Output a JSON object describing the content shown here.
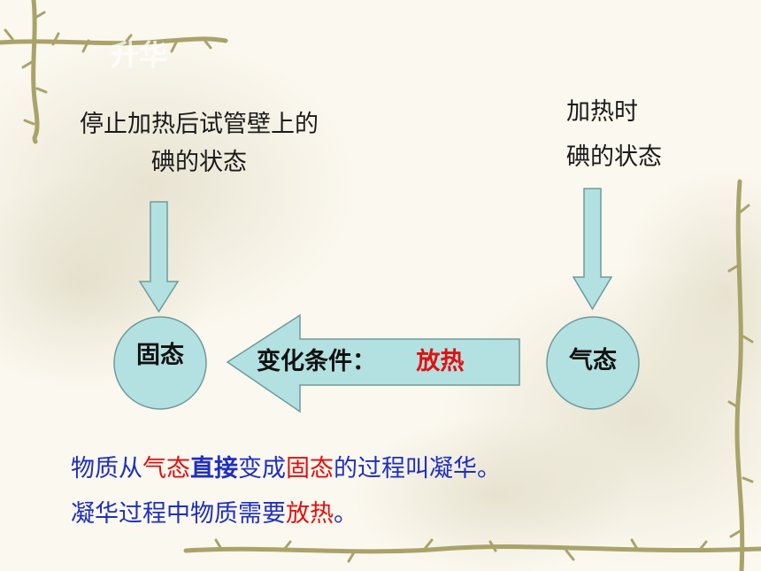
{
  "title_fragment": "升华",
  "left_caption": {
    "line1": "停止加热后试管壁上的",
    "line2": "碘的状态"
  },
  "right_caption": {
    "line1": "加热时",
    "line2": "碘的状态"
  },
  "solid_label": "固态",
  "gas_label": "气态",
  "condition": {
    "label": "变化条件：",
    "value": "放热"
  },
  "note1": {
    "p1": "物质从",
    "p2": "气态",
    "p3": "直接",
    "p4": "变成",
    "p5": "固态",
    "p6": "的过程叫凝华。"
  },
  "note2": {
    "p1": "凝华过程中物质需要",
    "p2": "放热",
    "p3": "。"
  },
  "colors": {
    "shape_fill": "#b3e0e0",
    "shape_stroke": "#6f9a9a",
    "note_blue": "#1f2fbf",
    "emphasis_red": "#e01010",
    "vine": "#a9a36a"
  }
}
